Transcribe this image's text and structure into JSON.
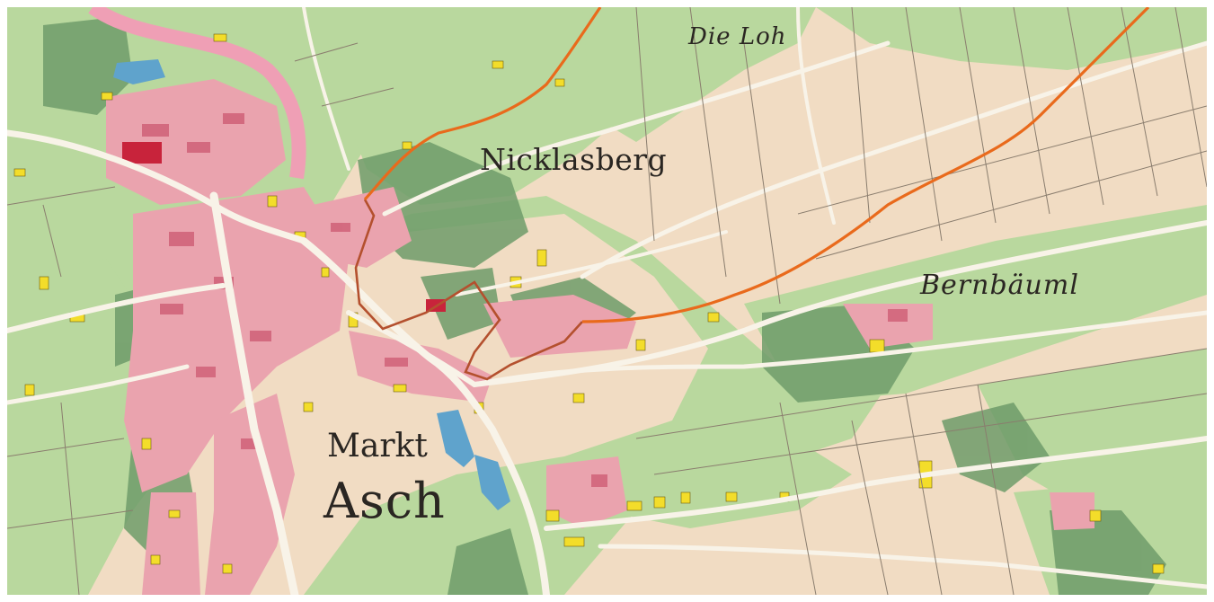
{
  "map": {
    "title": "",
    "style": "historic cadastral map",
    "labels": {
      "nicklasberg": "Nicklasberg",
      "markt": "Markt",
      "asch": "Asch",
      "die_loh": "Die Loh",
      "bernbaeuml": "Bernbäuml"
    },
    "colors": {
      "field": "#f1dcc3",
      "meadow": "#b9d89e",
      "forest": "#6f9c6a",
      "settlement_block": "#eaa3ae",
      "settlement_dark": "#cc5870",
      "church": "#c8233b",
      "building": "#f3dd2a",
      "road": "#f8f3e8",
      "parcel_line": "#8a7d6e",
      "boundary_orange": "#e96a1c",
      "boundary_red": "#b4502e",
      "water": "#5fa3cc",
      "river_road_pink": "#ef9fb5"
    }
  }
}
